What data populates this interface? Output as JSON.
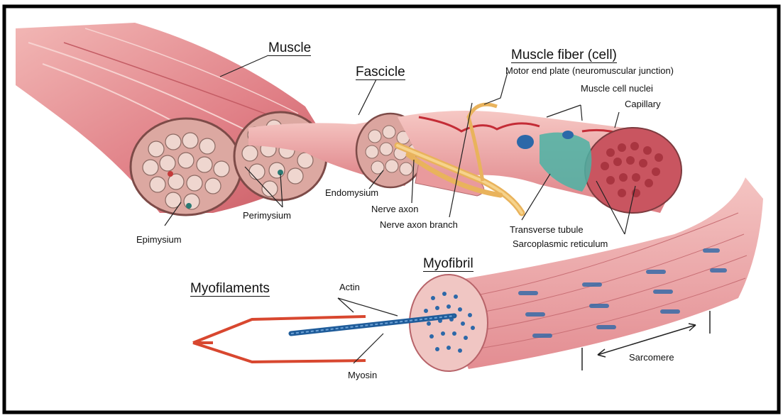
{
  "labels": {
    "muscle": "Muscle",
    "fascicle": "Fascicle",
    "muscle_fiber": "Muscle fiber (cell)",
    "motor_end_plate": "Motor end plate (neuromuscular junction)",
    "muscle_cell_nuclei": "Muscle cell nuclei",
    "capillary": "Capillary",
    "endomysium": "Endomysium",
    "perimysium": "Perimysium",
    "epimysium": "Epimysium",
    "nerve_axon": "Nerve axon",
    "nerve_axon_branch": "Nerve axon branch",
    "transverse_tubule": "Transverse tubule",
    "sarcoplasmic_reticulum": "Sarcoplasmic reticulum",
    "myofibril": "Myofibril",
    "myofilaments": "Myofilaments",
    "actin": "Actin",
    "myosin": "Myosin",
    "sarcomere": "Sarcomere"
  },
  "colors": {
    "frame": "#000000",
    "muscle_tissue": "#e58f93",
    "connective_tissue": "#f1c9c2",
    "nerve": "#f3c66f",
    "actin": "#d8472f",
    "myosin": "#2c68a8",
    "reticulum": "#4bb3a5"
  }
}
